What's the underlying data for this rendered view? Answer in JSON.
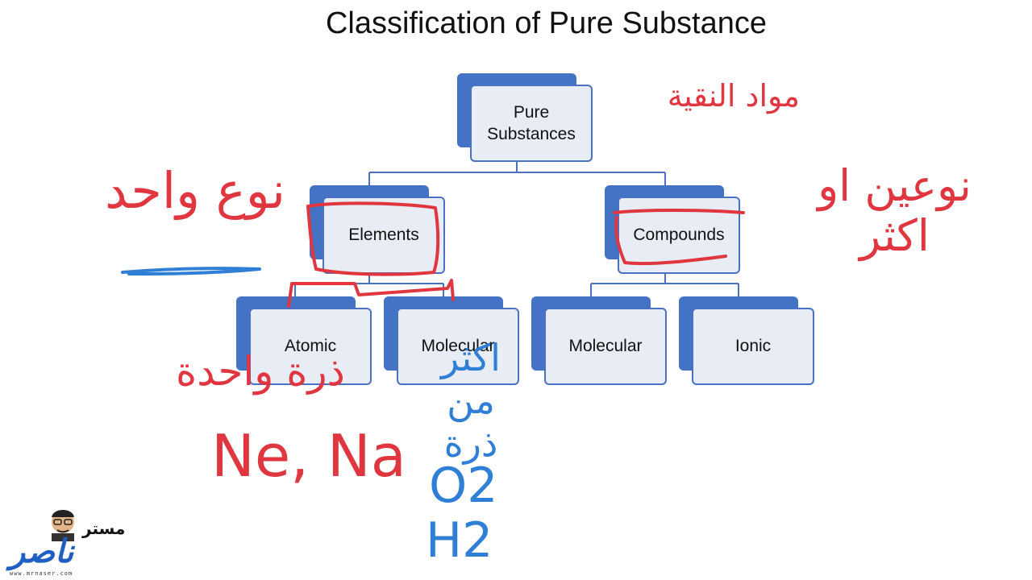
{
  "diagram": {
    "title": "Classification of Pure Substance",
    "nodes": {
      "root": "Pure\nSubstances",
      "elements": "Elements",
      "compounds": "Compounds",
      "atomic": "Atomic",
      "molecular_elements": "Molecular",
      "molecular_compounds": "Molecular",
      "ionic": "Ionic"
    },
    "colors": {
      "box_back": "#4472c4",
      "box_front": "#e8ecf5",
      "ink_red": "#e0363f",
      "ink_blue": "#2f7fd6"
    }
  },
  "annotations": {
    "pure_substances_ar": "مواد النقية",
    "elements_ar": "نوع واحد",
    "compounds_ar": "نوعين او اكثر",
    "atomic_ar": "ذرة واحدة",
    "atomic_examples": "Ne, Na",
    "molecular_ar": "اكثر من ذرة",
    "molecular_example_1": "O2",
    "molecular_example_2": "H2"
  },
  "logo": {
    "top_word": "مستر",
    "big_word": "ناصر",
    "site": "www.mrnaser.com"
  }
}
